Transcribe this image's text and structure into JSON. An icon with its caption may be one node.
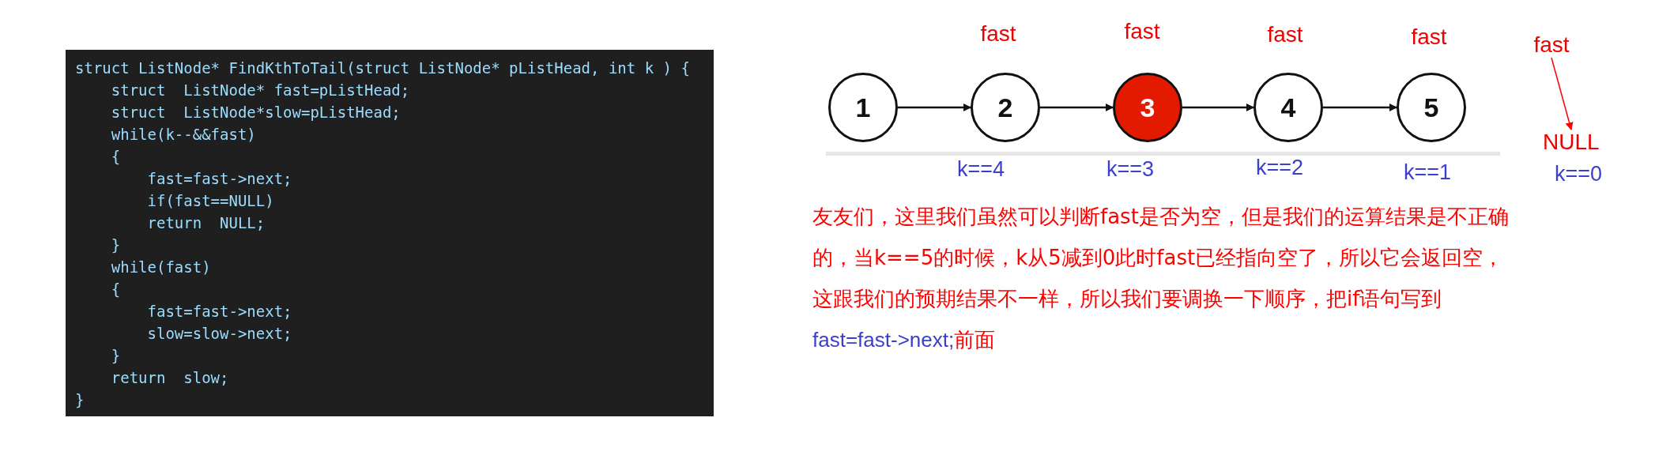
{
  "diagram": {
    "nodes": [
      {
        "text": [
          "1"
        ]
      },
      {
        "text": [
          "2"
        ]
      },
      {
        "text": [
          "3"
        ]
      },
      {
        "text": [
          "4"
        ]
      },
      {
        "text": [
          "5"
        ]
      },
      {
        "text": [
          "fast"
        ]
      },
      {
        "text": [
          "NULL"
        ]
      }
    ],
    "edges": [
      {
        "from": 0,
        "to": 1,
        "arrow": "to"
      },
      {
        "from": 1,
        "to": 2,
        "arrow": "to"
      },
      {
        "from": 2,
        "to": 3,
        "arrow": "to"
      },
      {
        "from": 3,
        "to": 4,
        "arrow": "to"
      },
      {
        "from": 5,
        "to": 6,
        "arrow": "to",
        "color": "#ff0000"
      }
    ],
    "labels": [
      "struct ListNode* FindKthToTail(struct ListNode* pListHead, int k ) {",
      "    struct  ListNode* fast=pListHead;",
      "    struct  ListNode*slow=pListHead;",
      "    while(k--&&fast)",
      "    {",
      "        fast=fast->next;",
      "        if(fast==NULL)",
      "        return  NULL;",
      "    }",
      "    while(fast)",
      "    {",
      "        fast=fast->next;",
      "        slow=slow->next;",
      "    }",
      "    return  slow;",
      "}",
      "fast",
      "fast",
      "fast",
      "fast",
      "k==4",
      "k==3",
      "k==2",
      "k==1",
      "k==0",
      "友友们，这里我们虽然可以判断fast是否为空，但是我们的运算结果是不正确的，当k==5的时候，k从5减到0此时fast已经指向空了，所以它会返回空，这跟我们的预期结果不一样，所以我们要调换一下顺序，把if语句写到",
      "fast=fast->next;",
      "前面"
    ]
  }
}
